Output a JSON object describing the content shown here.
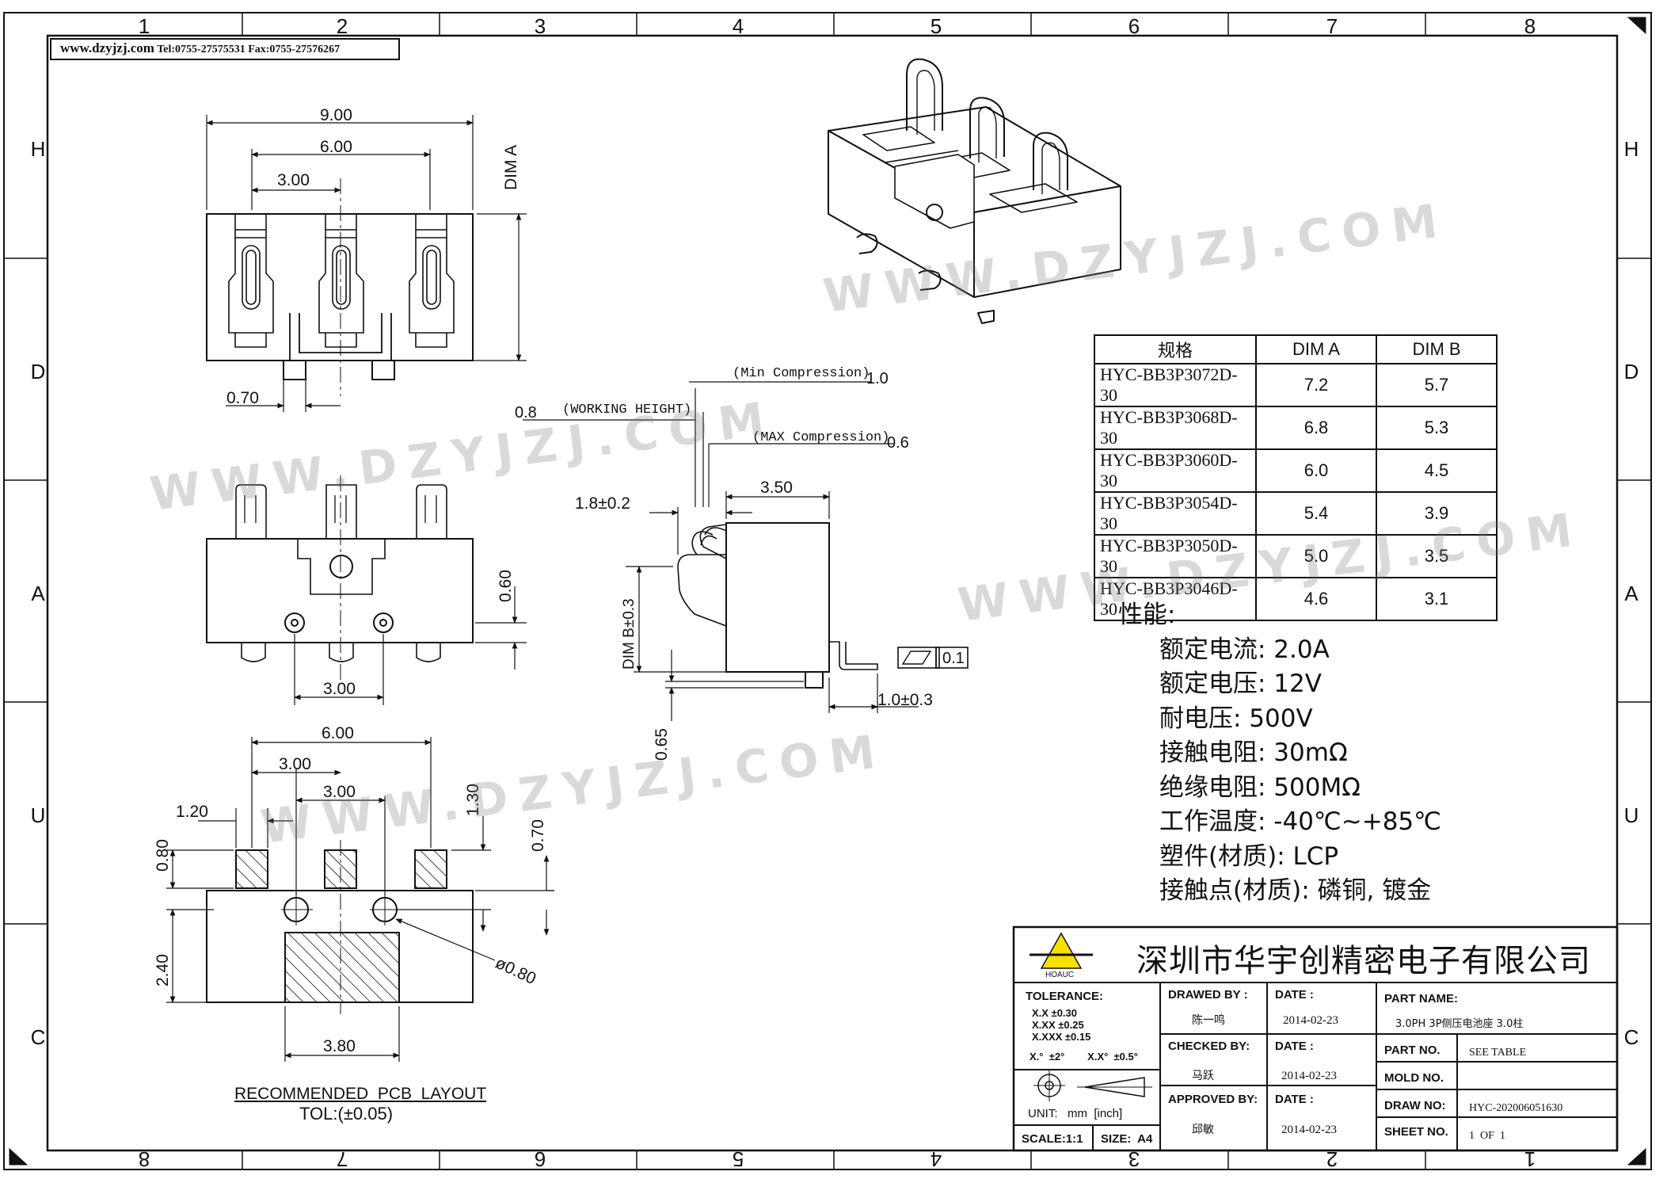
{
  "header": {
    "website": "www.dzyjzj.com",
    "tel": "Tel:0755-27575531",
    "fax": "Fax:0755-27576267"
  },
  "frame": {
    "top_numbers": [
      "1",
      "2",
      "3",
      "4",
      "5",
      "6",
      "7",
      "8"
    ],
    "bottom_numbers": [
      "8",
      "7",
      "6",
      "5",
      "4",
      "3",
      "2",
      "1"
    ],
    "side_letters": [
      "H",
      "D",
      "A",
      "U",
      "C"
    ]
  },
  "top_view": {
    "dims": [
      "9.00",
      "6.00",
      "3.00",
      "0.70"
    ],
    "dim_a_label": "DIM A"
  },
  "front_view": {
    "dims": [
      "0.60",
      "3.00"
    ]
  },
  "pcb_layout": {
    "dims": [
      "6.00",
      "3.00",
      "3.00",
      "1.20",
      "1.30",
      "0.80",
      "0.70",
      "2.40",
      "3.80",
      "ø0.80"
    ],
    "caption": "RECOMMENDED  PCB  LAYOUT",
    "tolerance": "TOL:(±0.05)"
  },
  "side_view": {
    "min_compression_label": "(Min Compression)",
    "min_compression_value": "1.0",
    "working_height_label": "(WORKING HEIGHT)",
    "working_height_value": "0.8",
    "max_compression_label": "(MAX Compression)",
    "max_compression_value": "0.6",
    "dim_350": "3.50",
    "dim_18": "1.8±0.2",
    "dim_b": "DIM B±0.3",
    "flatness": "0.1",
    "dim_10": "1.0±0.3",
    "dim_065": "0.65"
  },
  "spec_table": {
    "headers": [
      "规格",
      "DIM A",
      "DIM B"
    ],
    "rows": [
      [
        "HYC-BB3P3072D-30",
        "7.2",
        "5.7"
      ],
      [
        "HYC-BB3P3068D-30",
        "6.8",
        "5.3"
      ],
      [
        "HYC-BB3P3060D-30",
        "6.0",
        "4.5"
      ],
      [
        "HYC-BB3P3054D-30",
        "5.4",
        "3.9"
      ],
      [
        "HYC-BB3P3050D-30",
        "5.0",
        "3.5"
      ],
      [
        "HYC-BB3P3046D-30",
        "4.6",
        "3.1"
      ]
    ]
  },
  "properties": {
    "heading": "性能:",
    "items": [
      "额定电流: 2.0A",
      "额定电压: 12V",
      "耐电压: 500V",
      "接触电阻: 30mΩ",
      "绝缘电阻: 500MΩ",
      "工作温度: -40℃~+85℃",
      "塑件(材质): LCP",
      "接触点(材质): 磷铜, 镀金"
    ]
  },
  "title_block": {
    "company": "深圳市华宇创精密电子有限公司",
    "logo_text": "HOAUC",
    "tolerance_label": "TOLERANCE:",
    "tol_x": "X.X      ±0.30",
    "tol_xx": "X.XX    ±0.25",
    "tol_xxx": "X.XXX  ±0.15",
    "tol_angle": "X.°  ±2°        X.X°  ±0.5°",
    "unit": "UNIT:   mm  [inch]",
    "scale": "SCALE:1:1",
    "size": "SIZE:  A4",
    "drawed_by_label": "DRAWED BY :",
    "drawed_by": "陈一鸣",
    "checked_by_label": "CHECKED BY:",
    "checked_by": "马跃",
    "approved_by_label": "APPROVED BY:",
    "approved_by": "邱敏",
    "date_label": "DATE :",
    "date1": "2014-02-23",
    "date2": "2014-02-23",
    "date3": "2014-02-23",
    "part_name_label": "PART  NAME:",
    "part_name": "3.0PH 3P侧压电池座 3.0柱",
    "part_no_label": "PART  NO.",
    "part_no": "SEE TABLE",
    "mold_no_label": "MOLD  NO.",
    "mold_no": "",
    "draw_no_label": "DRAW  NO:",
    "draw_no": "HYC-202006051630",
    "sheet_no_label": "SHEET  NO.",
    "sheet_no": "1  OF  1"
  },
  "watermark": "WWW.DZYJZJ.COM"
}
